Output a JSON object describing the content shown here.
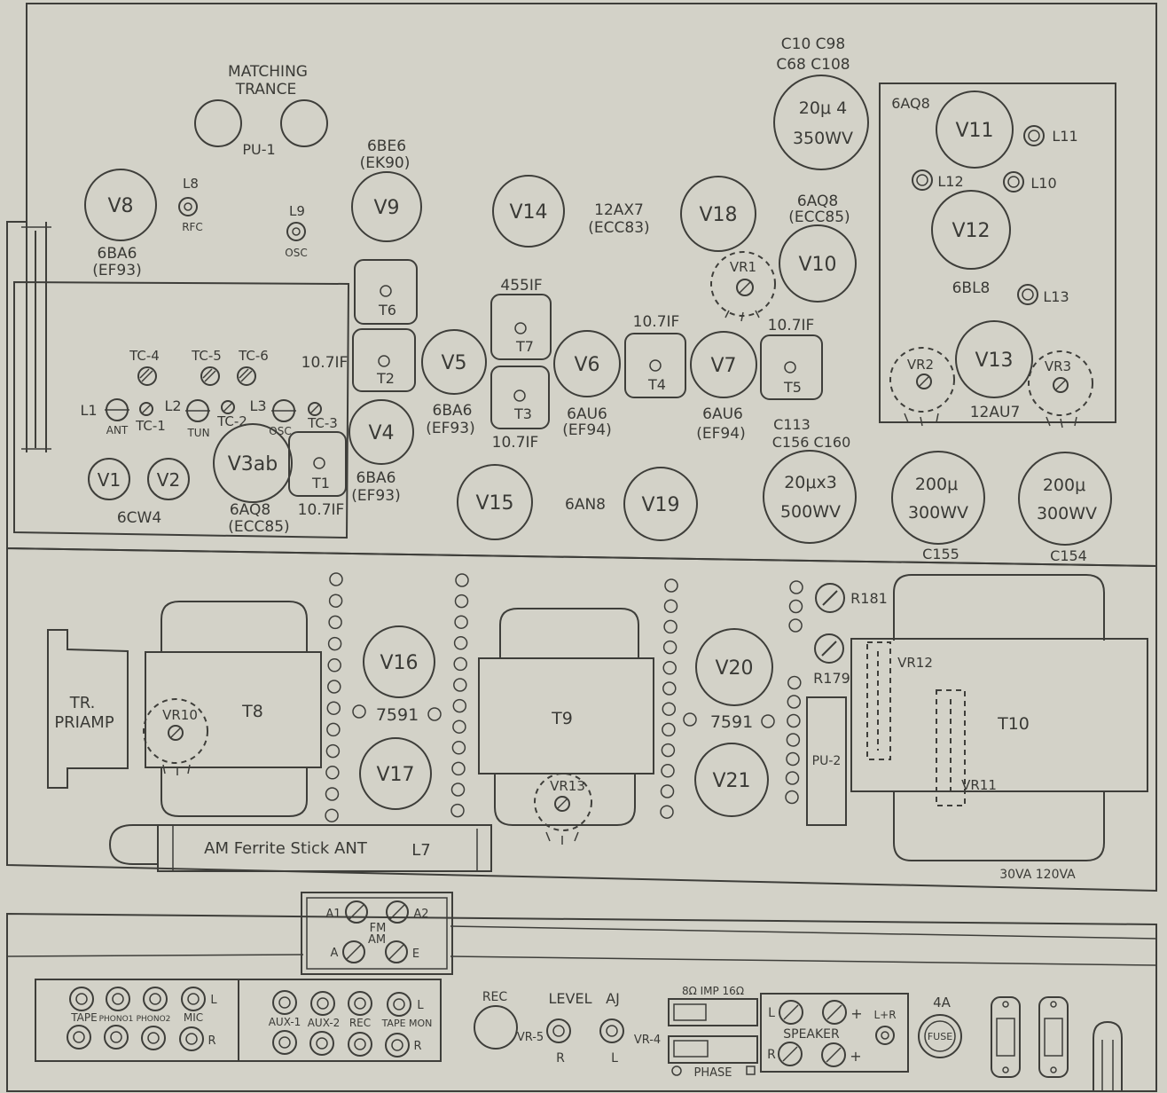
{
  "colors": {
    "paper": "#d3d2c8",
    "ink": "#3e3e3a"
  },
  "top": {
    "matching_trance": [
      "MATCHING",
      "TRANCE"
    ],
    "pu1": "PU-1",
    "v8": {
      "label": "V8",
      "type": [
        "6BA6",
        "(EF93)"
      ]
    },
    "l8": {
      "label": "L8",
      "sub": "RFC"
    },
    "l9": {
      "label": "L9",
      "sub": "OSC"
    },
    "v9": {
      "label": "V9",
      "type": [
        "6BE6",
        "(EK90)"
      ]
    },
    "v14": "V14",
    "v14_18_type": [
      "12AX7",
      "(ECC83)"
    ],
    "v18": "V18",
    "v10": {
      "label": "V10",
      "type": [
        "6AQ8",
        "(ECC85)"
      ]
    },
    "vr1": "VR1",
    "c_top": {
      "labels": [
        "C10  C98",
        "C68  C108"
      ],
      "spec": [
        "20μ 4",
        "350WV"
      ]
    },
    "t6": "T6",
    "t2": "T2",
    "t7": "T7",
    "t3": "T3",
    "t4": "T4",
    "t5": "T5",
    "t1": "T1",
    "v5": {
      "label": "V5",
      "type": [
        "6BA6",
        "(EF93)"
      ]
    },
    "v6": {
      "label": "V6",
      "type": [
        "6AU6",
        "(EF94)"
      ]
    },
    "v7": {
      "label": "V7",
      "type": [
        "6AU6",
        "(EF94)"
      ]
    },
    "v4": {
      "label": "V4",
      "type": [
        "6BA6",
        "(EF93)"
      ]
    },
    "if_455": "455IF",
    "if_107": "10.7IF",
    "tc": [
      "TC-1",
      "TC-2",
      "TC-3",
      "TC-4",
      "TC-5",
      "TC-6"
    ],
    "coils": [
      "L1",
      "L2",
      "L3"
    ],
    "coil_subs": [
      "ANT",
      "TUN",
      "OSC"
    ],
    "v1": "V1",
    "v2": "V2",
    "v1_2_type": "6CW4",
    "v3ab": {
      "label": "V3ab",
      "type": [
        "6AQ8",
        "(ECC85)"
      ]
    },
    "v15": "V15",
    "v19": "V19",
    "v15_19_type": "6AN8",
    "c_mid": {
      "labels": [
        "C113",
        "C156 C160"
      ],
      "spec": [
        "20μx3",
        "500WV"
      ]
    },
    "c155": {
      "label": "C155",
      "spec": [
        "200μ",
        "300WV"
      ]
    },
    "c154": {
      "label": "C154",
      "spec": [
        "200μ",
        "300WV"
      ]
    },
    "right_panel": {
      "v11": "V11",
      "v12": "V12",
      "v13": "V13",
      "l10": "L10",
      "l11": "L11",
      "l12": "L12",
      "l13": "L13",
      "v11_type": "6AQ8",
      "v12_type": "6BL8",
      "v13_type": "12AU7",
      "vr2": "VR2",
      "vr3": "VR3"
    }
  },
  "middle": {
    "tr_priamp": [
      "TR.",
      "PRIAMP"
    ],
    "t8": "T8",
    "vr10": "VR10",
    "v16": "V16",
    "v17": "V17",
    "v16_17_type": "7591",
    "t9": "T9",
    "vr13": "VR13",
    "v20": "V20",
    "v21": "V21",
    "v20_21_type": "7591",
    "r181": "R181",
    "r179": "R179",
    "pu2": "PU-2",
    "t10": "T10",
    "vr12": "VR12",
    "vr11": "VR11",
    "ferrite": "AM Ferrite Stick ANT",
    "l7": "L7",
    "va": "30VA  120VA"
  },
  "bottom": {
    "antenna": {
      "a1": "A1",
      "a2": "A2",
      "fm": "FM",
      "am": "AM",
      "a": "A",
      "e": "E"
    },
    "inputs1": [
      "TAPE",
      "PHONO1",
      "PHONO2",
      "MIC"
    ],
    "inputs2": [
      "AUX-1",
      "AUX-2",
      "REC",
      "TAPE MON"
    ],
    "lr": [
      "L",
      "R"
    ],
    "rec": "REC",
    "level": "LEVEL",
    "aj": "AJ",
    "vr5": "VR-5",
    "vr4": "VR-4",
    "imp": "8Ω    IMP    16Ω",
    "phase": "PHASE",
    "speaker": "SPEAKER",
    "lplusr": "L+R",
    "plus": "+",
    "fuse_rating": "4A",
    "fuse": "FUSE"
  }
}
